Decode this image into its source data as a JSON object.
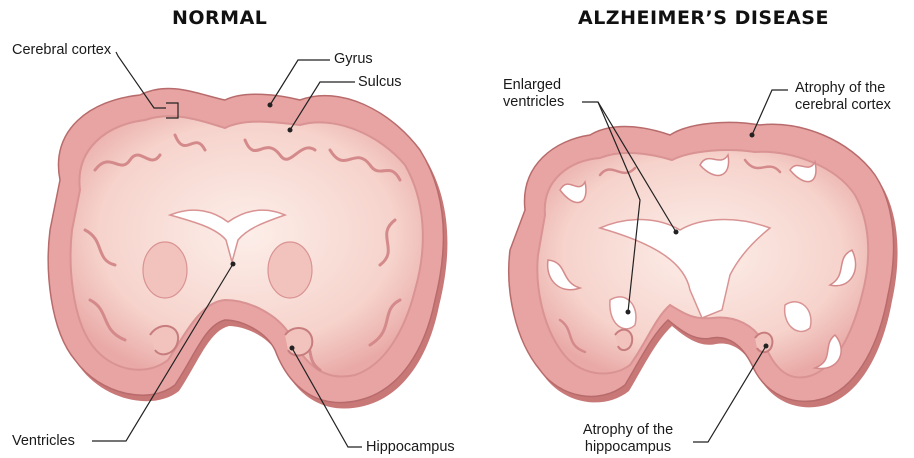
{
  "titles": {
    "normal": "NORMAL",
    "alzheimers": "ALZHEIMER’S DISEASE"
  },
  "normal_labels": {
    "cerebral_cortex": "Cerebral cortex",
    "gyrus": "Gyrus",
    "sulcus": "Sulcus",
    "ventricles": "Ventricles",
    "hippocampus": "Hippocampus"
  },
  "alzheimers_labels": {
    "enlarged_ventricles_line1": "Enlarged",
    "enlarged_ventricles_line2": "ventricles",
    "atrophy_cortex_line1": "Atrophy of the",
    "atrophy_cortex_line2": "cerebral cortex",
    "atrophy_hippocampus_line1": "Atrophy of the",
    "atrophy_hippocampus_line2": "hippocampus"
  },
  "colors": {
    "tissue_outer": "#e8a3a3",
    "tissue_inner": "#fbe6e1",
    "tissue_shadow": "#c97878",
    "ventricle": "#ffffff",
    "leader_line": "#222222"
  }
}
